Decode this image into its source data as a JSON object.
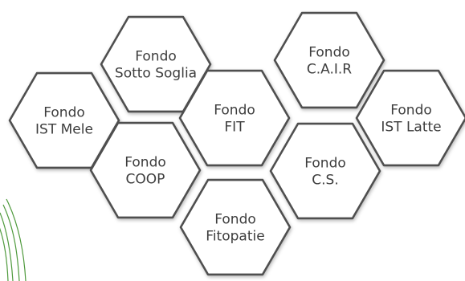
{
  "funds": [
    {
      "id": "sotto-soglia",
      "lines": [
        "Fondo",
        "Sotto Soglia"
      ]
    },
    {
      "id": "cair",
      "lines": [
        "Fondo",
        "C.A.I.R"
      ]
    },
    {
      "id": "ist-mele",
      "lines": [
        "Fondo",
        "IST Mele"
      ]
    },
    {
      "id": "fit",
      "lines": [
        "Fondo",
        "FIT"
      ]
    },
    {
      "id": "ist-latte",
      "lines": [
        "Fondo",
        "IST Latte"
      ]
    },
    {
      "id": "coop",
      "lines": [
        "Fondo",
        "COOP"
      ]
    },
    {
      "id": "cs",
      "lines": [
        "Fondo",
        "C.S."
      ]
    },
    {
      "id": "fitopatie",
      "lines": [
        "Fondo",
        "Fitopatie"
      ]
    }
  ],
  "colors": {
    "hex_stroke": "#4f4f4f",
    "hex_fill": "#ffffff",
    "text": "#3d3d3d",
    "leaf_accent": "#4f9a3d"
  }
}
